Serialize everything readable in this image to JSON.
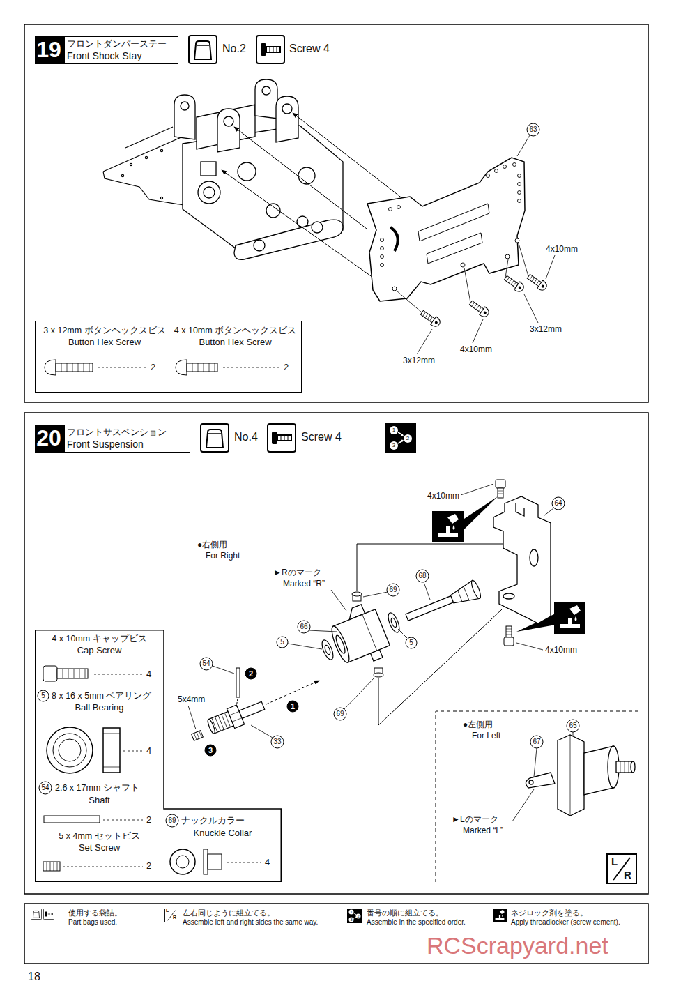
{
  "diagram": {
    "nodes": [
      {
        "text": [
          "19"
        ]
      },
      {
        "text": [
          "フロントダンパーステー",
          "Front Shock Stay"
        ]
      },
      {
        "text": [
          "3 x 12mm ボタンヘックスビス",
          "Button Hex Screw",
          "2",
          "4 x 10mm ボタンヘックスビス",
          "Button Hex Screw",
          "2"
        ]
      },
      {
        "text": [
          "20"
        ]
      },
      {
        "text": [
          "フロントサスペンション",
          "Front Suspension"
        ]
      },
      {
        "text": [
          "4 x 10mm キャップビス",
          "Cap Screw",
          "4",
          "5",
          "8 x 16 x 5mm ベアリング",
          "Ball Bearing",
          "4",
          "54",
          "2.6 x 17mm シャフト",
          "Shaft",
          "2",
          "5 x 4mm セットビス",
          "Set Screw",
          "2",
          "69",
          "ナックルカラー",
          "Knuckle Collar",
          "4"
        ]
      }
    ],
    "labels": [
      "No.2",
      "Screw 4",
      "63",
      "4x10mm",
      "3x12mm",
      "4x10mm",
      "3x12mm",
      "No.4",
      "Screw 4",
      "1",
      "2",
      "3",
      "4x10mm",
      "64",
      "●右側用",
      "For Right",
      "►Rのマーク",
      "Marked “R”",
      "68",
      "69",
      "66",
      "5",
      "5",
      "54",
      "2",
      "1",
      "5x4mm",
      "3",
      "33",
      "69",
      "4x10mm",
      "●左側用",
      "For Left",
      "67",
      "65",
      "►Lのマーク",
      "Marked “L”",
      "L",
      "R",
      "L",
      "R",
      "1",
      "2",
      "3",
      "18",
      "RCScrapyard.net"
    ],
    "legend": [
      {
        "text": "使用する袋詰。"
      },
      {
        "text": "Part bags used."
      },
      {
        "text": "左右同じように組立てる。"
      },
      {
        "text": "Assemble left and right sides the same way."
      },
      {
        "text": "番号の順に組立てる。"
      },
      {
        "text": "Assemble in the specified order."
      },
      {
        "text": "ネジロック剤を塗る。"
      },
      {
        "text": "Apply threadlocker (screw cement)."
      }
    ]
  }
}
